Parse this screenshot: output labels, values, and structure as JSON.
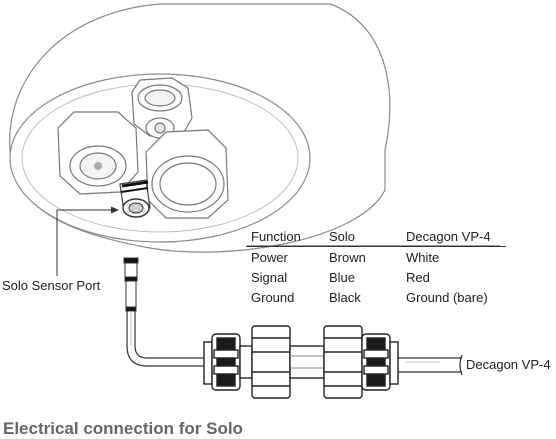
{
  "labels": {
    "sensor_port": "Solo Sensor Port",
    "cable": "Decagon VP-4"
  },
  "table": {
    "headers": [
      "Function",
      "Solo",
      "Decagon VP-4"
    ],
    "rows": [
      [
        "Power",
        "Brown",
        "White"
      ],
      [
        "Signal",
        "Blue",
        "Red"
      ],
      [
        "Ground",
        "Black",
        "Ground (bare)"
      ]
    ]
  },
  "caption": "Electrical connection for Solo"
}
